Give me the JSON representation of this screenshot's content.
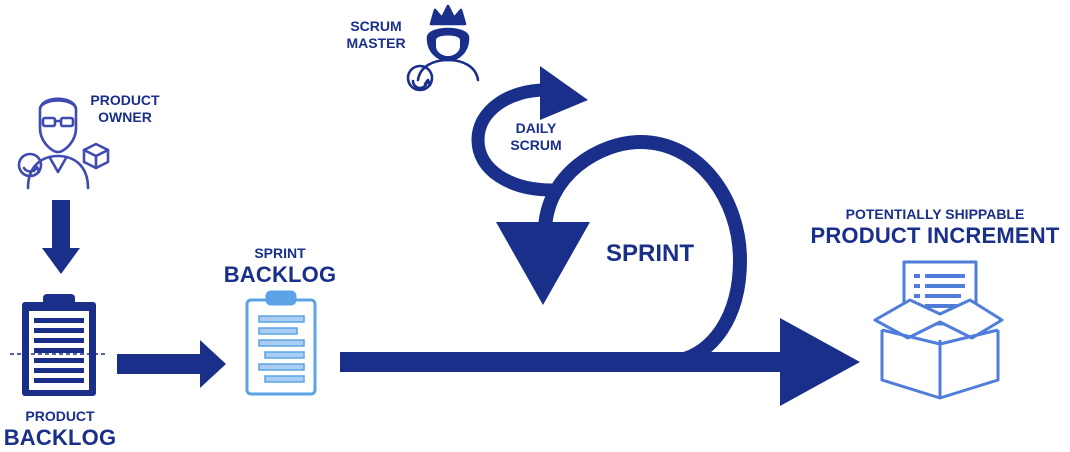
{
  "colors": {
    "navy": "#1a2f8a",
    "light_blue": "#5ba3e6",
    "box_blue": "#4f7dd9",
    "person_gray": "#3f4bb0"
  },
  "icons": {
    "product_owner": "person-with-glasses-icon",
    "scrum_master": "crowned-person-icon",
    "product_backlog": "clipboard-icon",
    "sprint_backlog": "clipboard-icon",
    "product_increment": "open-box-with-document-icon"
  },
  "labels": {
    "scrum_master": {
      "line1": "SCRUM",
      "line2": "MASTER"
    },
    "product_owner": {
      "line1": "PRODUCT",
      "line2": "OWNER"
    },
    "daily_scrum": {
      "line1": "DAILY",
      "line2": "SCRUM"
    },
    "sprint": "SPRINT",
    "sprint_backlog": {
      "line1": "SPRINT",
      "line2": "BACKLOG"
    },
    "product_backlog": {
      "line1": "PRODUCT",
      "line2": "BACKLOG"
    },
    "product_increment": {
      "line1": "POTENTIALLY SHIPPABLE",
      "line2": "PRODUCT INCREMENT"
    }
  }
}
